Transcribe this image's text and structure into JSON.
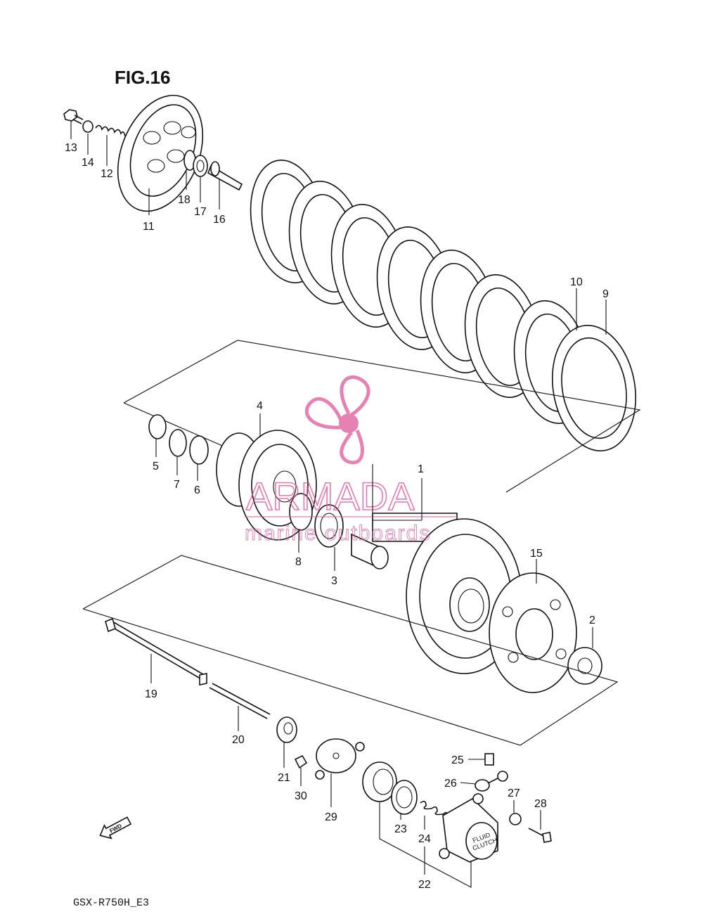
{
  "figure_title": "FIG.16",
  "model_code": "GSX-R750H_E3",
  "watermark": {
    "brand": "ARMADA",
    "tagline": "marine outboards",
    "color": "#e0579b"
  },
  "fwd_label": "FWD",
  "fluid_clutch_label": [
    "FLUID",
    "CLUTCH"
  ],
  "part_labels": {
    "p1": "1",
    "p2": "2",
    "p3": "3",
    "p4": "4",
    "p5": "5",
    "p6": "6",
    "p7": "7",
    "p8": "8",
    "p9": "9",
    "p10": "10",
    "p11": "11",
    "p12": "12",
    "p13": "13",
    "p14": "14",
    "p15": "15",
    "p16": "16",
    "p17": "17",
    "p18": "18",
    "p19": "19",
    "p20": "20",
    "p21": "21",
    "p22": "22",
    "p23": "23",
    "p24": "24",
    "p25": "25",
    "p26": "26",
    "p27": "27",
    "p28": "28",
    "p29": "29",
    "p30": "30"
  }
}
